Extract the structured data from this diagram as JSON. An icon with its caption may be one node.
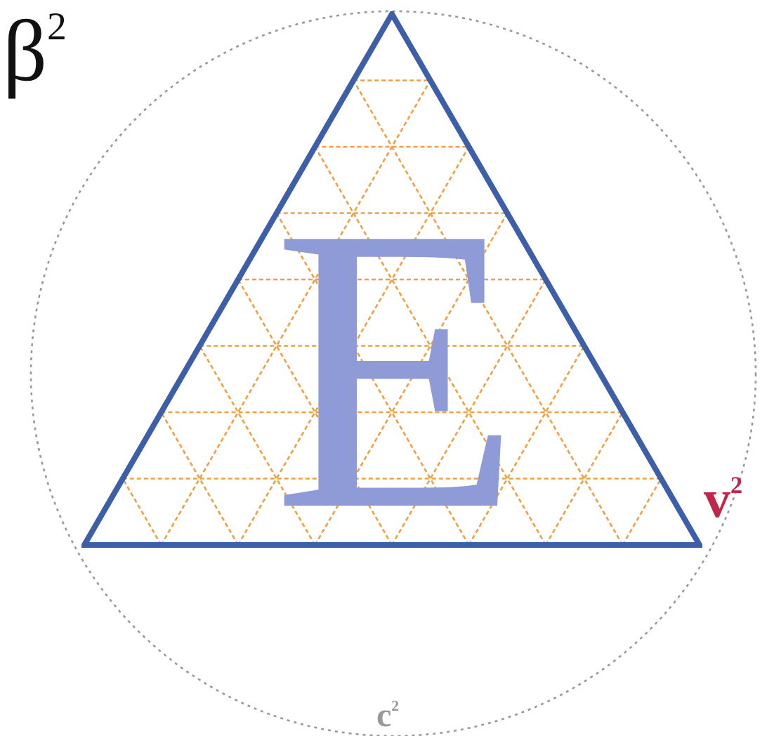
{
  "diagram": {
    "nodes": [
      {
        "text": [
          "E"
        ]
      }
    ],
    "labels": [
      "β$^{2}$",
      "v$^{2}$",
      "c$^{2}$"
    ]
  }
}
